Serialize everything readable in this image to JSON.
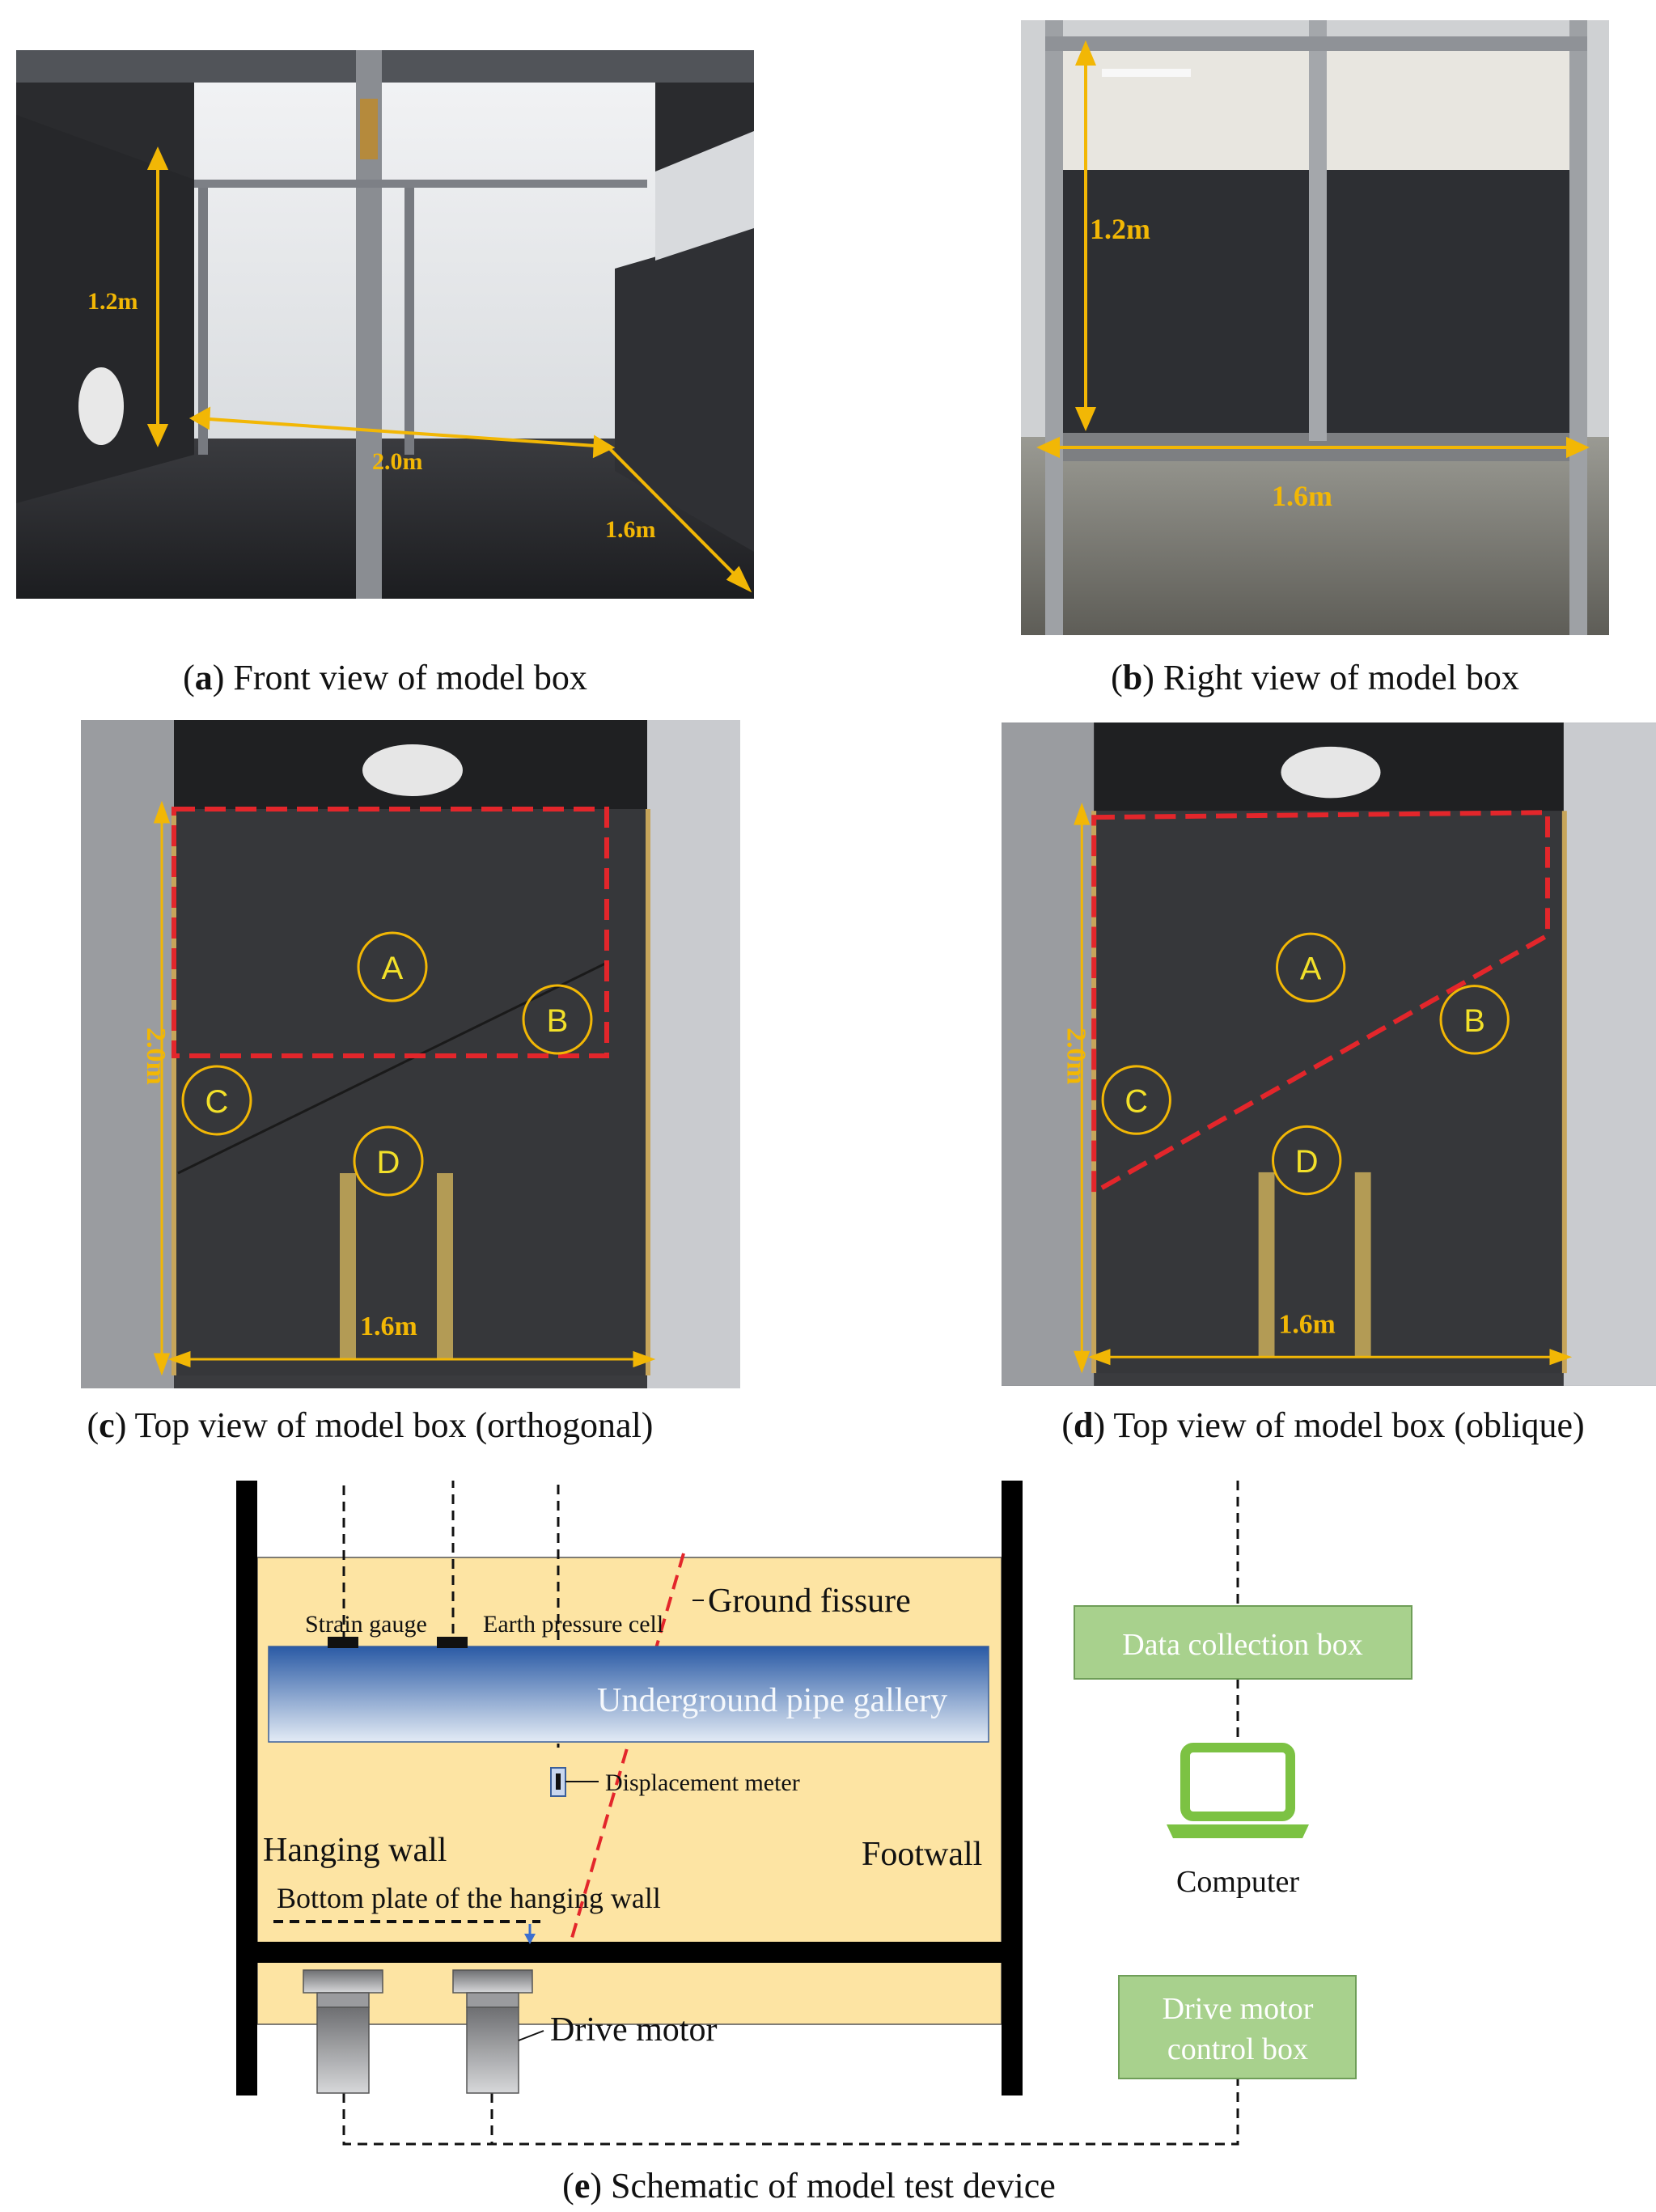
{
  "panels": {
    "a": {
      "caption_letter": "a",
      "caption_text": ") Front view of model box",
      "dims": {
        "height": "1.2m",
        "width": "2.0m",
        "depth": "1.6m"
      }
    },
    "b": {
      "caption_letter": "b",
      "caption_text": ") Right view of model box",
      "dims": {
        "height": "1.2m",
        "width": "1.6m"
      }
    },
    "c": {
      "caption_letter": "c",
      "caption_text": ") Top view of model box (orthogonal)",
      "dims": {
        "length": "2.0m",
        "width": "1.6m"
      },
      "markers": [
        "A",
        "B",
        "C",
        "D"
      ]
    },
    "d": {
      "caption_letter": "d",
      "caption_text": ") Top view of model box (oblique)",
      "dims": {
        "length": "2.0m",
        "width": "1.6m"
      },
      "markers": [
        "A",
        "B",
        "C",
        "D"
      ]
    },
    "e": {
      "caption_letter": "e",
      "caption_text": ") Schematic of model test device"
    }
  },
  "schematic": {
    "ground_fissure": "Ground fissure",
    "strain_gauge": "Strain gauge",
    "earth_pressure_cell": "Earth pressure cell",
    "pipe_gallery": "Underground pipe gallery",
    "displacement_meter": "Displacement meter",
    "hanging_wall": "Hanging wall",
    "footwall": "Footwall",
    "bottom_plate": "Bottom plate of the hanging  wall",
    "drive_motor": "Drive motor",
    "data_box": "Data collection  box",
    "computer": "Computer",
    "control_box_line1": "Drive motor",
    "control_box_line2": "control box"
  },
  "colors": {
    "dimension_yellow": "#f2b705",
    "fissure_red": "#e3262b",
    "soil": "#fde4a3",
    "box_green": "#a8d18d",
    "box_green_border": "#6f9e58",
    "computer_green": "#7cc243",
    "pipe_dark": "#2a5aa5",
    "pipe_light": "#e3ebf5"
  }
}
